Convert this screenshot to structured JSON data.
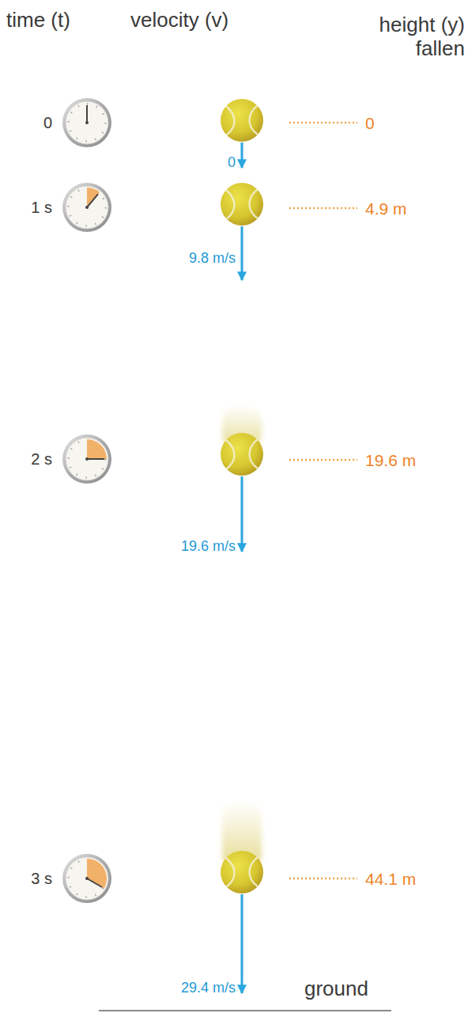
{
  "diagram": {
    "labels": [
      "time (t)",
      "velocity (v)",
      "height (y) fallen",
      "0",
      "0",
      "0",
      "1 s",
      "4.9 m",
      "9.8 m/s",
      "2 s",
      "19.6 m",
      "19.6 m/s",
      "3 s",
      "44.1 m",
      "29.4 m/s",
      "ground"
    ]
  }
}
